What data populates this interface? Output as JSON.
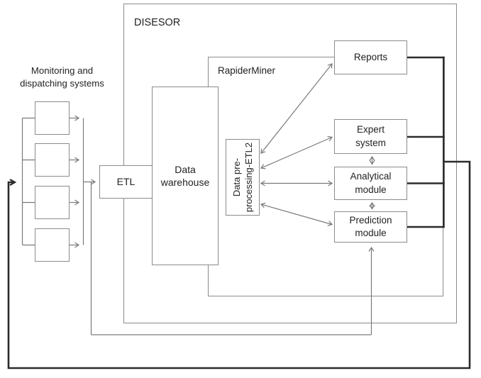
{
  "diagram": {
    "labels": {
      "system": "DISESOR",
      "platform": "RapiderMiner",
      "sources": "Monitoring and dispatching systems"
    },
    "monitoring_box_count": 4,
    "nodes": {
      "etl": {
        "label": "ETL"
      },
      "data_warehouse": {
        "label": "Data warehouse"
      },
      "preprocessing": {
        "line1": "Data pre-",
        "line2": "processing-ETL2"
      },
      "reports": {
        "label": "Reports"
      },
      "expert_system": {
        "label": "Expert system"
      },
      "analytical_module": {
        "label": "Analytical module"
      },
      "prediction_module": {
        "label": "Prediction module"
      }
    },
    "colors": {
      "box_border": "#8b8b8b",
      "connector": "#7a7a7a",
      "feedback": "#2b2b2b",
      "text": "#222222",
      "background": "#ffffff"
    }
  }
}
